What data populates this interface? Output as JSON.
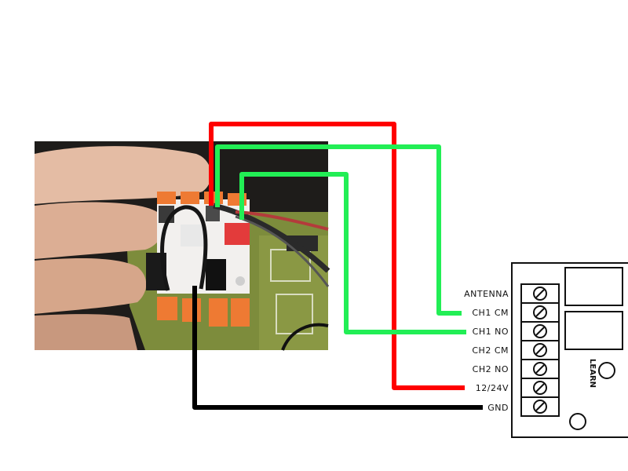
{
  "receiver": {
    "terminals": [
      {
        "id": "antenna",
        "label": "ANTENNA"
      },
      {
        "id": "ch1-cm",
        "label": "CH1 CM"
      },
      {
        "id": "ch1-no",
        "label": "CH1 NO"
      },
      {
        "id": "ch2-cm",
        "label": "CH2 CM"
      },
      {
        "id": "ch2-no",
        "label": "CH2 NO"
      },
      {
        "id": "power",
        "label": "12/24V"
      },
      {
        "id": "gnd",
        "label": "GND"
      }
    ],
    "learn_label": "LEARN"
  },
  "wires": [
    {
      "id": "red-wire",
      "color": "#ff0000",
      "to": "12/24V"
    },
    {
      "id": "green-wire-outer",
      "color": "#22ee55",
      "to": "CH1 CM"
    },
    {
      "id": "green-wire-inner",
      "color": "#22ee55",
      "to": "CH1 NO"
    },
    {
      "id": "black-wire",
      "color": "#000000",
      "to": "GND"
    }
  ],
  "colors": {
    "photo_background": "#1e1c1a",
    "board_green": "#7a8a3a",
    "connector_orange": "#ee7a33",
    "skin": "#e2b8a0"
  }
}
